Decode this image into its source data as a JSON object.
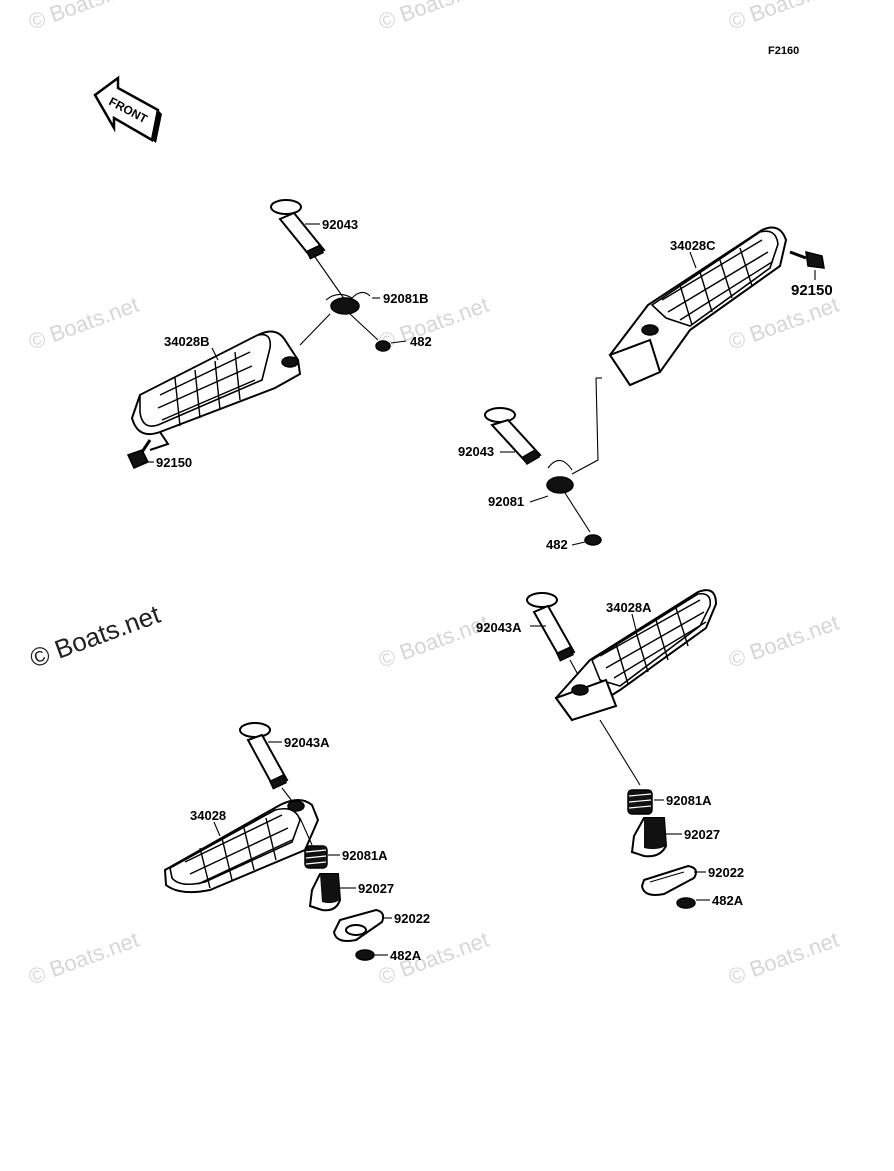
{
  "diagram": {
    "code": "F2160",
    "direction": "FRONT",
    "watermark": "© Boats.net",
    "watermark_main": "© Boats.net",
    "parts": {
      "tl_shaft": "92043",
      "tl_spring": "92081B",
      "tl_clip": "482",
      "tl_footpeg": "34028B",
      "tl_bolt": "92150",
      "tr_footpeg": "34028C",
      "tr_bolt": "92150",
      "tr_shaft": "92043",
      "tr_spring": "92081",
      "tr_clip": "482",
      "bl_shaft": "92043A",
      "bl_footpeg": "34028",
      "bl_spring": "92081A",
      "bl_holder": "92027",
      "bl_plate": "92022",
      "bl_clip": "482A",
      "br_shaft": "92043A",
      "br_footpeg": "34028A",
      "br_spring": "92081A",
      "br_holder": "92027",
      "br_plate": "92022",
      "br_clip": "482A"
    }
  }
}
